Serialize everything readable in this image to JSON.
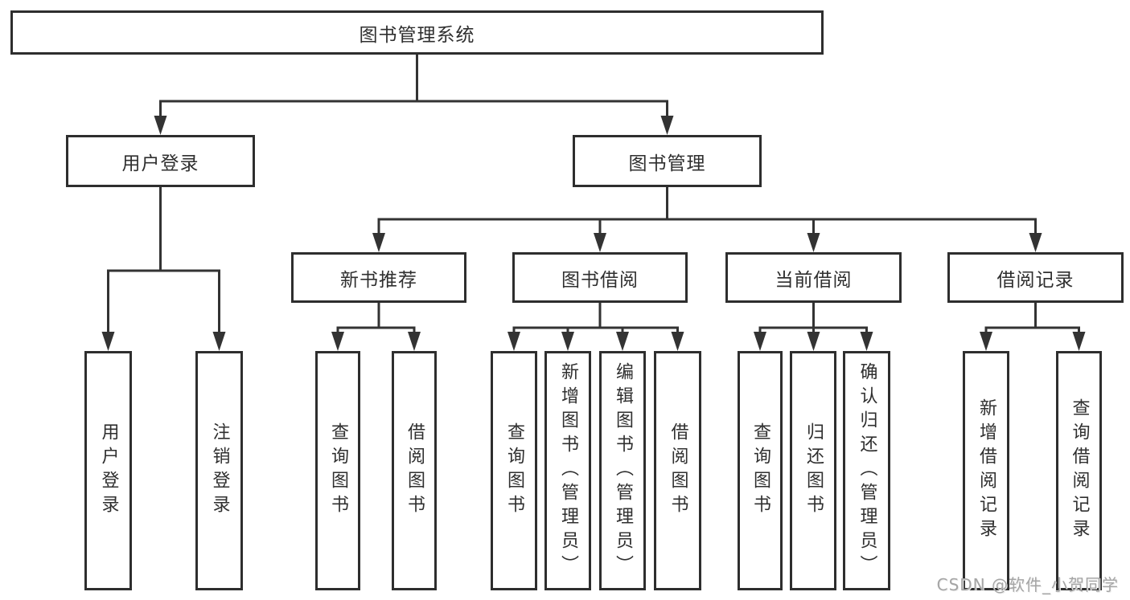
{
  "diagram": {
    "root": {
      "label": "图书管理系统"
    },
    "level2": {
      "user_login": {
        "label": "用户登录"
      },
      "book_mgmt": {
        "label": "图书管理"
      }
    },
    "user_login_children": [
      {
        "label": "用户登录"
      },
      {
        "label": "注销登录"
      }
    ],
    "groups": [
      {
        "label": "新书推荐",
        "children": [
          "查询图书",
          "借阅图书"
        ]
      },
      {
        "label": "图书借阅",
        "children": [
          "查询图书",
          "新增图书（管理员）",
          "编辑图书（管理员）",
          "借阅图书"
        ]
      },
      {
        "label": "当前借阅",
        "children": [
          "查询图书",
          "归还图书",
          "确认归还（管理员）"
        ]
      },
      {
        "label": "借阅记录",
        "children": [
          "新增借阅记录",
          "查询借阅记录"
        ]
      }
    ]
  },
  "watermark": "CSDN @软件_小贺同学",
  "colors": {
    "line": "#333333",
    "border": "#2e2e2e",
    "text": "#2f2f2f",
    "watermark": "#a5a5a5",
    "background": "#ffffff"
  }
}
